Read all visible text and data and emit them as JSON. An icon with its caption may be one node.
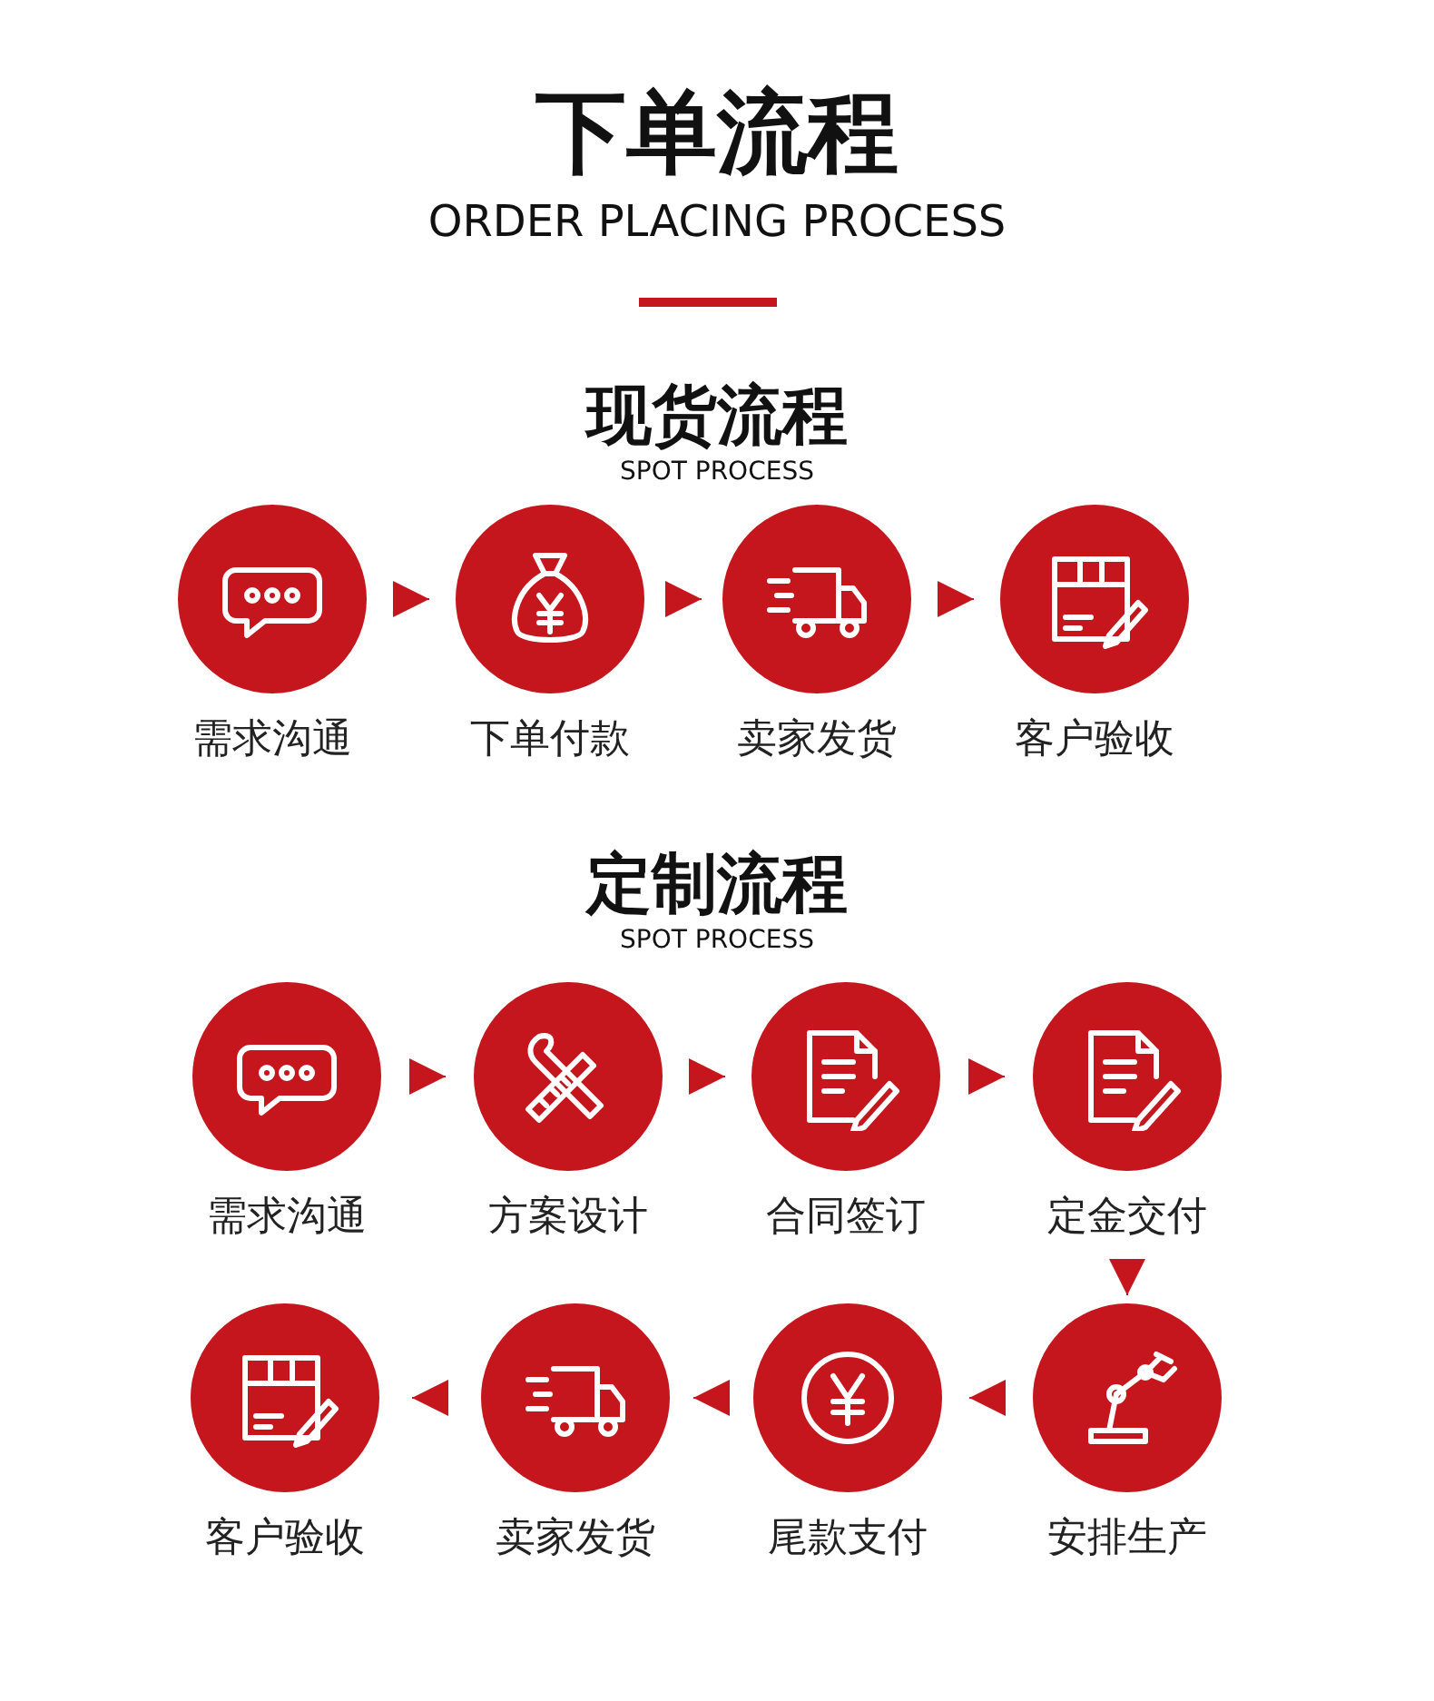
{
  "diagram": {
    "title": "下单流程",
    "nodes": [
      {
        "text": [
          "需求沟通"
        ]
      },
      {
        "text": [
          "下单付款"
        ]
      },
      {
        "text": [
          "卖家发货"
        ]
      },
      {
        "text": [
          "客户验收"
        ]
      },
      {
        "text": [
          "需求沟通"
        ]
      },
      {
        "text": [
          "方案设计"
        ]
      },
      {
        "text": [
          "合同签订"
        ]
      },
      {
        "text": [
          "定金交付"
        ]
      },
      {
        "text": [
          "客户验收"
        ]
      },
      {
        "text": [
          "卖家发货"
        ]
      },
      {
        "text": [
          "尾款支付"
        ]
      },
      {
        "text": [
          "安排生产"
        ]
      }
    ],
    "edges": [
      {
        "from": 0,
        "to": 1,
        "arrow": "to"
      },
      {
        "from": 1,
        "to": 2,
        "arrow": "to"
      },
      {
        "from": 2,
        "to": 3,
        "arrow": "to"
      },
      {
        "from": 4,
        "to": 5,
        "arrow": "to"
      },
      {
        "from": 5,
        "to": 6,
        "arrow": "to"
      },
      {
        "from": 6,
        "to": 7,
        "arrow": "to"
      },
      {
        "from": 7,
        "to": 11,
        "arrow": "to"
      },
      {
        "from": 11,
        "to": 10,
        "arrow": "to"
      },
      {
        "from": 10,
        "to": 9,
        "arrow": "to"
      },
      {
        "from": 9,
        "to": 8,
        "arrow": "to"
      }
    ],
    "labels": [
      "ORDER PLACING PROCESS",
      "现货流程",
      "SPOT PROCESS",
      "定制流程",
      "SPOT PROCESS"
    ]
  }
}
